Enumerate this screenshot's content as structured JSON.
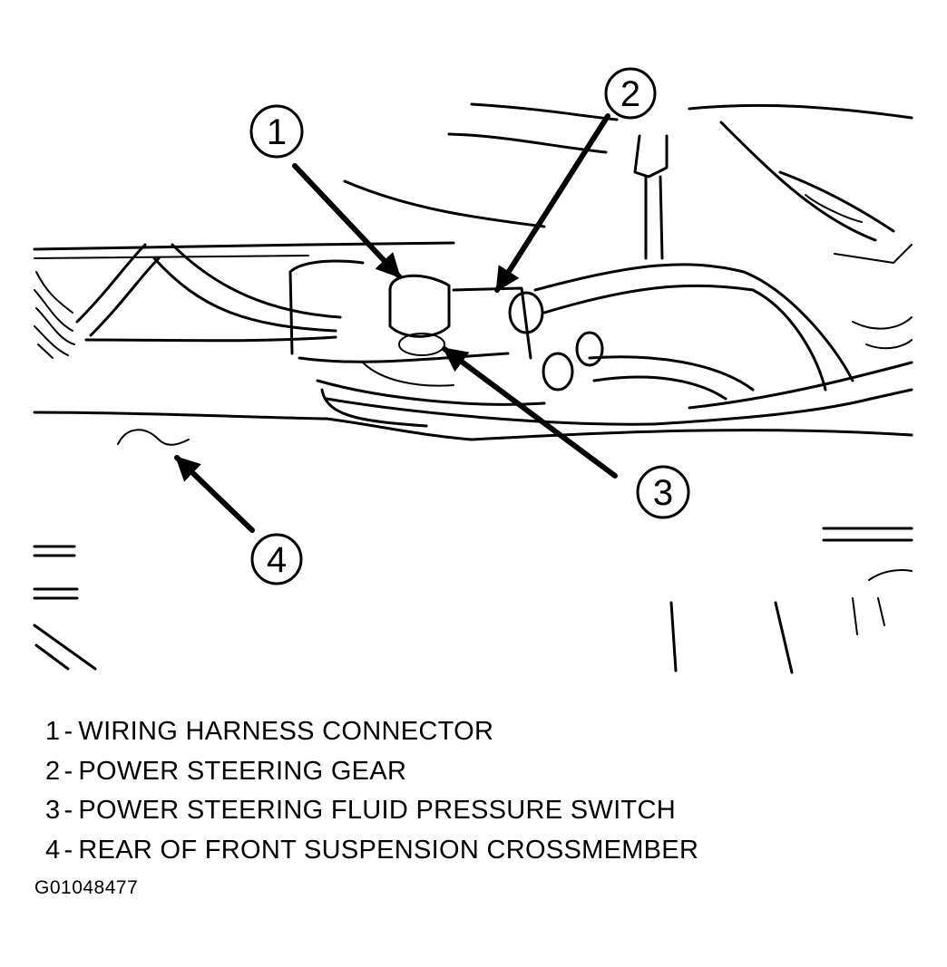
{
  "callouts": [
    {
      "number": "1"
    },
    {
      "number": "2"
    },
    {
      "number": "3"
    },
    {
      "number": "4"
    }
  ],
  "legend": [
    {
      "number": "1",
      "separator": "-",
      "label": "WIRING HARNESS CONNECTOR"
    },
    {
      "number": "2",
      "separator": "-",
      "label": "POWER STEERING GEAR"
    },
    {
      "number": "3",
      "separator": "-",
      "label": "POWER STEERING FLUID PRESSURE SWITCH"
    },
    {
      "number": "4",
      "separator": "-",
      "label": "REAR OF FRONT SUSPENSION CROSSMEMBER"
    }
  ],
  "figure_id": "G01048477",
  "colors": {
    "ink": "#000000",
    "paper": "#ffffff"
  }
}
